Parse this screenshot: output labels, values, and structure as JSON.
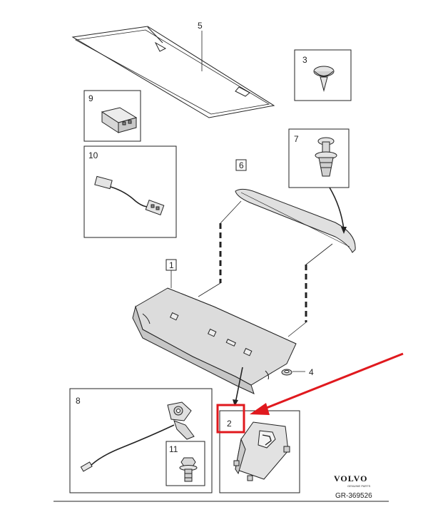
{
  "callouts": {
    "c1": "1",
    "c2": "2",
    "c3": "3",
    "c4": "4",
    "c5": "5",
    "c6": "6",
    "c7": "7",
    "c8": "8",
    "c9": "9",
    "c10": "10",
    "c11": "11"
  },
  "brand": {
    "name": "VOLVO",
    "tagline": "GENUINE PARTS"
  },
  "reference": "GR-369526",
  "colors": {
    "line": "#222222",
    "part_fill": "#e4e4e4",
    "highlight": "#e0191e"
  }
}
